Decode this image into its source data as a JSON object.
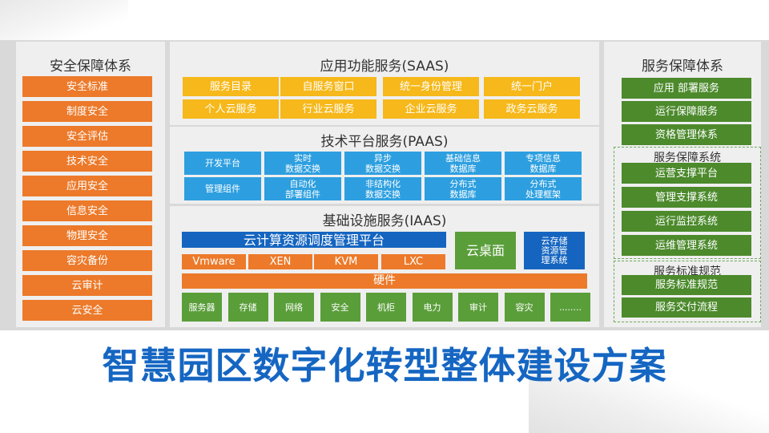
{
  "left": {
    "title": "安全保障体系",
    "items": [
      "安全标准",
      "制度安全",
      "安全评估",
      "技术安全",
      "应用安全",
      "信息安全",
      "物理安全",
      "容灾备份",
      "云审计",
      "云安全"
    ]
  },
  "saas": {
    "title": "应用功能服务(SAAS)",
    "items": [
      "服务目录",
      "自服务窗口",
      "统一身份管理",
      "统一门户",
      "个人云服务",
      "行业云服务",
      "企业云服务",
      "政务云服务"
    ]
  },
  "paas": {
    "title": "技术平台服务(PAAS)",
    "items": [
      "开发平台",
      "实时\n数据交换",
      "异步\n数据交换",
      "基础信息\n数据库",
      "专项信息\n数据库",
      "管理组件",
      "自动化\n部署组件",
      "非结构化\n数据交换",
      "分布式\n数据库",
      "分布式\n处理框架"
    ]
  },
  "iaas": {
    "title": "基础设施服务(IAAS)",
    "scheduler": "云计算资源调度管理平台",
    "virt": [
      "Vmware",
      "XEN",
      "KVM",
      "LXC"
    ],
    "desktop": "云桌面",
    "storage_mgmt": "云存储\n资源管\n理系统",
    "hardware": "硬件",
    "hardware_items": [
      "服务器",
      "存储",
      "网络",
      "安全",
      "机柜",
      "电力",
      "审计",
      "容灾",
      "........"
    ]
  },
  "right": {
    "title": "服务保障体系",
    "items": [
      "应用 部署服务",
      "运行保障服务",
      "资格管理体系"
    ],
    "group1_title": "服务保障系统",
    "group1": [
      "运营支撑平台",
      "管理支撑系统",
      "运行监控系统",
      "运维管理系统"
    ],
    "group2_title": "服务标准规范",
    "group2": [
      "服务标准规范",
      "服务交付流程"
    ]
  },
  "main_title": "智慧园区数字化转型整体建设方案",
  "colors": {
    "orange": "#ec7a2a",
    "yellow": "#f6b81a",
    "blue": "#2d9fe0",
    "navy": "#1565c0",
    "green": "#5a9e3a",
    "title": "#1566c2"
  }
}
